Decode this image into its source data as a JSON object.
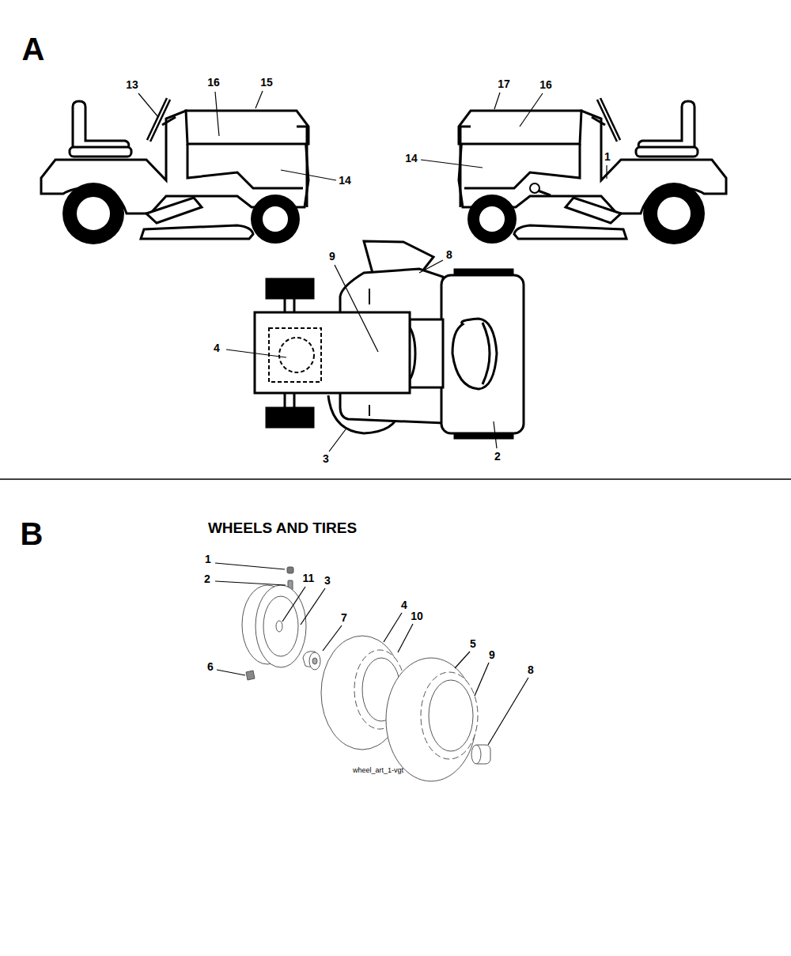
{
  "diagram": {
    "labels": [
      "A",
      "13",
      "16",
      "15",
      "17",
      "16",
      "14",
      "1",
      "14",
      "9",
      "8",
      "4",
      "3",
      "2",
      "B",
      "WHEELS AND TIRES",
      "1",
      "2",
      "11",
      "3",
      "4",
      "10",
      "7",
      "5",
      "9",
      "6",
      "8",
      "wheel_art_1-vgt"
    ]
  }
}
